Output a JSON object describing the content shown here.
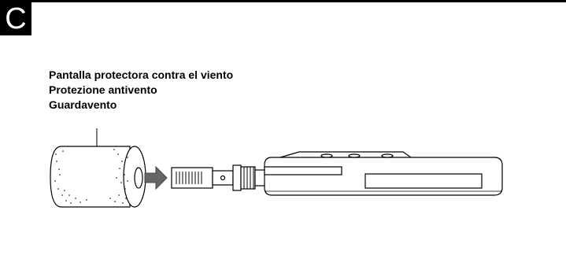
{
  "section": {
    "letter": "C"
  },
  "labels": [
    "Pantalla protectora contra el viento",
    "Protezione antivento",
    "Guardavento"
  ],
  "parts": {
    "windscreen": "foam-windscreen",
    "arrow": "insert-direction-arrow",
    "microphone": "microphone",
    "recorder": "recorder-body"
  }
}
